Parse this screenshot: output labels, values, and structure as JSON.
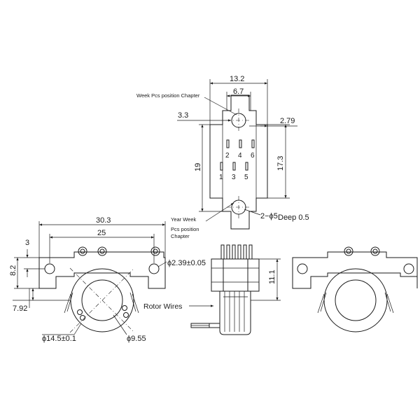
{
  "top_view": {
    "dims": {
      "width_total": "13.2",
      "width_inner": "6.7",
      "left_offset": "3.3",
      "right_offset": "2.79",
      "height_left": "19",
      "height_right": "17.3"
    },
    "pin_labels_top": [
      "2",
      "4",
      "6"
    ],
    "pin_labels_bottom": [
      "1",
      "3",
      "5"
    ],
    "notes": {
      "week": "Week Pcs position Chapter",
      "year_line1": "Year Week",
      "year_line2": "Pcs position",
      "year_line3": "Chapter",
      "hole_callout": "2−ϕ5",
      "deep": "Deep 0.5"
    }
  },
  "front_view": {
    "dims": {
      "width_total": "30.3",
      "hole_pitch": "25",
      "hole_offset": "3",
      "height": "8.2",
      "bottom": "7.92",
      "hole_dia": "ϕ2.39±0.05",
      "outer_dia": "ϕ14.5±0.1",
      "inner_dia": "ϕ9.55"
    },
    "rotor_label": "Rotor Wires"
  },
  "side_view": {
    "dims": {
      "height": "11.1"
    }
  }
}
